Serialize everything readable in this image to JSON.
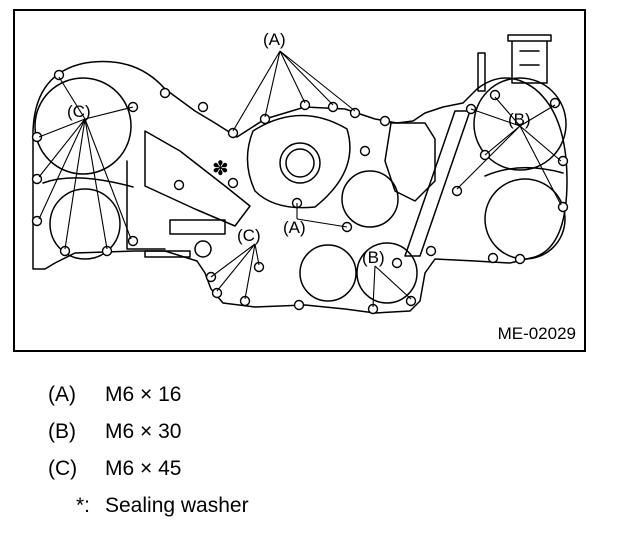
{
  "figure": {
    "id": "ME-02029",
    "callouts": {
      "a_top": "(A)",
      "a_center": "(A)",
      "b_right": "(B)",
      "b_lower": "(B)",
      "c_left": "(C)",
      "c_lower": "(C)",
      "star": "✽"
    }
  },
  "legend": [
    {
      "key": "(A)",
      "value": "M6 × 16"
    },
    {
      "key": "(B)",
      "value": "M6 × 30"
    },
    {
      "key": "(C)",
      "value": "M6 × 45"
    },
    {
      "key": "*:",
      "value": "Sealing washer"
    }
  ]
}
